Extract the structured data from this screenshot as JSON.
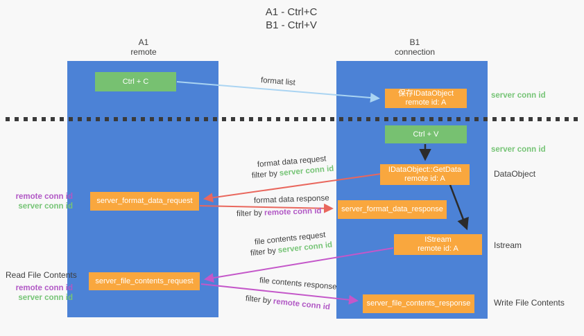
{
  "title": {
    "line1": "A1 - Ctrl+C",
    "line2": "B1 - Ctrl+V"
  },
  "columns": {
    "a": {
      "name": "A1",
      "subtitle": "remote"
    },
    "b": {
      "name": "B1",
      "subtitle": "connection"
    }
  },
  "nodes": {
    "ctrl_c": {
      "label": "Ctrl + C"
    },
    "save_dataobject": {
      "line1": "保存IDataObject",
      "line2": "remote id: A"
    },
    "ctrl_v": {
      "label": "Ctrl + V"
    },
    "getdata": {
      "line1": "IDataObject::GetData",
      "line2": "remote id: A"
    },
    "format_request": {
      "label": "server_format_data_request"
    },
    "format_response": {
      "label": "server_format_data_response"
    },
    "istream": {
      "line1": "IStream",
      "line2": "remote id: A"
    },
    "file_request": {
      "label": "server_file_contents_request"
    },
    "file_response": {
      "label": "server_file_contents_response"
    }
  },
  "labels": {
    "format_list": "format list",
    "filter_by": "filter by",
    "server_conn_id": "server conn id",
    "remote_conn_id": "remote conn id",
    "format_data_request": "format data request",
    "format_data_response": "format data response",
    "file_contents_request": "file contents request",
    "file_contents_response": "file contents response",
    "dataobject": "DataObject",
    "istream": "Istream",
    "read_file_contents": "Read File Contents",
    "write_file_contents": "Write File Contents"
  },
  "colors": {
    "column_blue": "#4c82d6",
    "node_green": "#77c171",
    "node_orange": "#f9a73e",
    "arrow_red": "#e9675d",
    "arrow_magenta": "#c457c9",
    "arrow_light_blue": "#aad4f2",
    "arrow_black": "#2b2b2b",
    "text_green": "#76c476",
    "text_purple": "#b158c5",
    "text_dark": "#3d3d3d",
    "background": "#f8f8f8"
  }
}
